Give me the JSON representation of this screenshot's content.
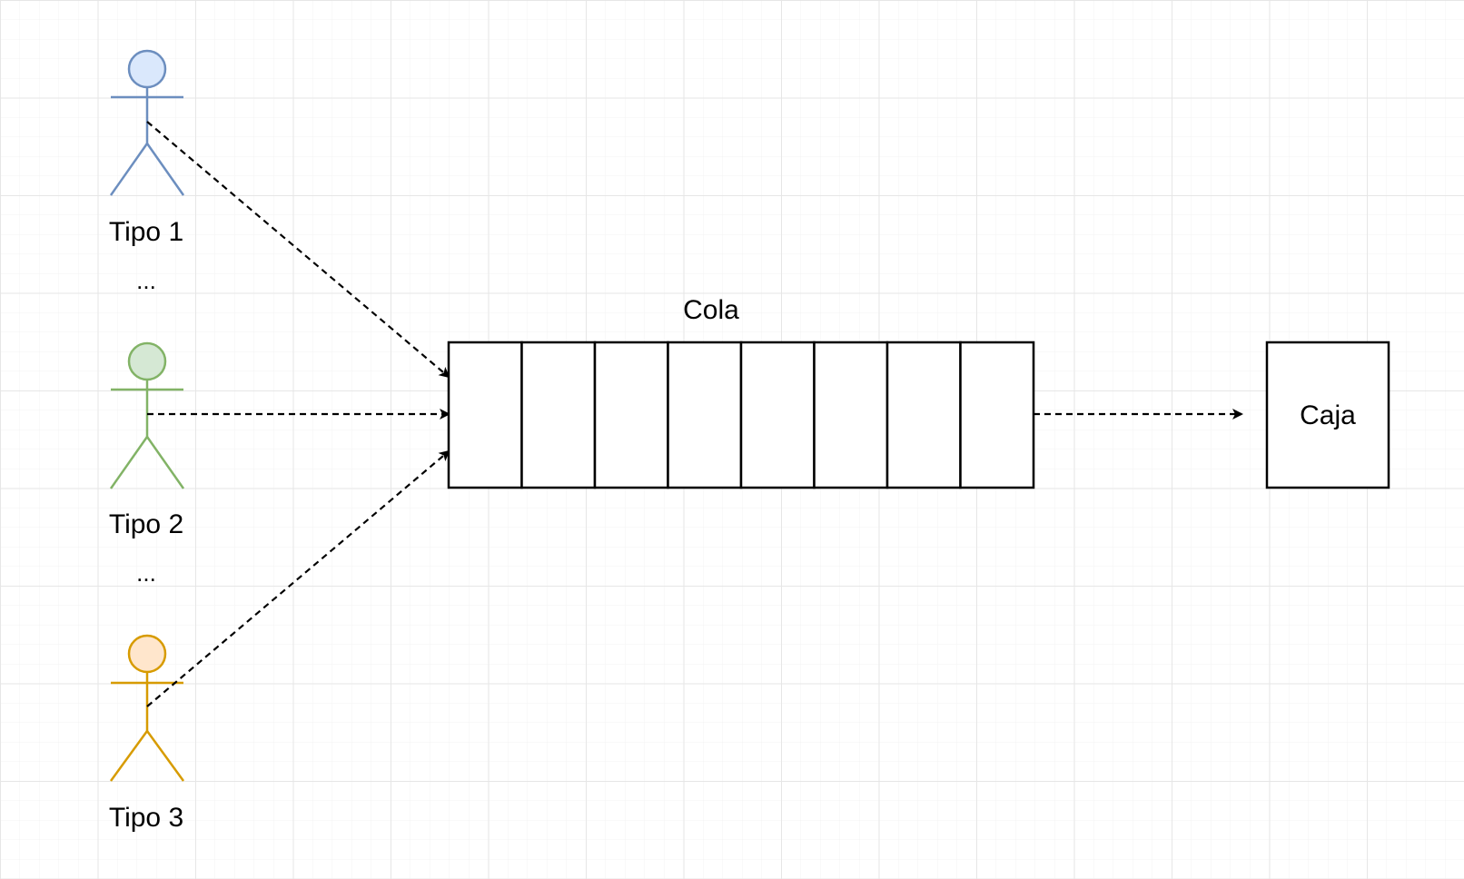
{
  "actors": [
    {
      "label": "Tipo 1",
      "fill": "#dae8fc",
      "stroke": "#6c8ebf"
    },
    {
      "label": "Tipo 2",
      "fill": "#d5e8d4",
      "stroke": "#82b366"
    },
    {
      "label": "Tipo 3",
      "fill": "#ffe6cc",
      "stroke": "#d79b00"
    }
  ],
  "ellipses": [
    "...",
    "..."
  ],
  "queue": {
    "label": "Cola",
    "slots": 8
  },
  "cashier": {
    "label": "Caja"
  },
  "colors": {
    "grid": "#e6e6e6",
    "line": "#000000"
  }
}
